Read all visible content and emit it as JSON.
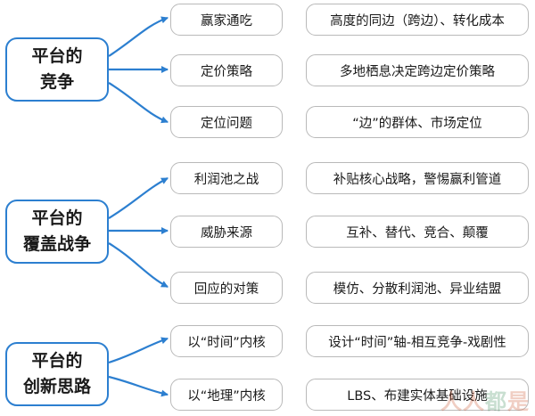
{
  "groups": [
    {
      "title_lines": [
        "平台的",
        "竞争"
      ],
      "items": [
        {
          "label": "赢家通吃",
          "detail": "高度的同边（跨边）、转化成本"
        },
        {
          "label": "定价策略",
          "detail": "多地栖息决定跨边定价策略"
        },
        {
          "label": "定位问题",
          "detail": "“边”的群体、市场定位"
        }
      ]
    },
    {
      "title_lines": [
        "平台的",
        "覆盖战争"
      ],
      "items": [
        {
          "label": "利润池之战",
          "detail": "补贴核心战略，警惕赢利管道"
        },
        {
          "label": "威胁来源",
          "detail": "互补、替代、竞合、颠覆"
        },
        {
          "label": "回应的对策",
          "detail": "模仿、分散利润池、异业结盟"
        }
      ]
    },
    {
      "title_lines": [
        "平台的",
        "创新思路"
      ],
      "items": [
        {
          "label": "以“时间”内核",
          "detail": "设计“时间”轴-相互竞争-戏剧性"
        },
        {
          "label": "以“地理”内核",
          "detail": "LBS、布建实体基础设施"
        }
      ]
    }
  ],
  "watermark": {
    "text_a": "人人",
    "text_b": "都",
    "text_c": "是"
  },
  "colors": {
    "accent": "#2c7fd0",
    "box_border": "#b9b9b9",
    "text": "#1a1a1a"
  }
}
